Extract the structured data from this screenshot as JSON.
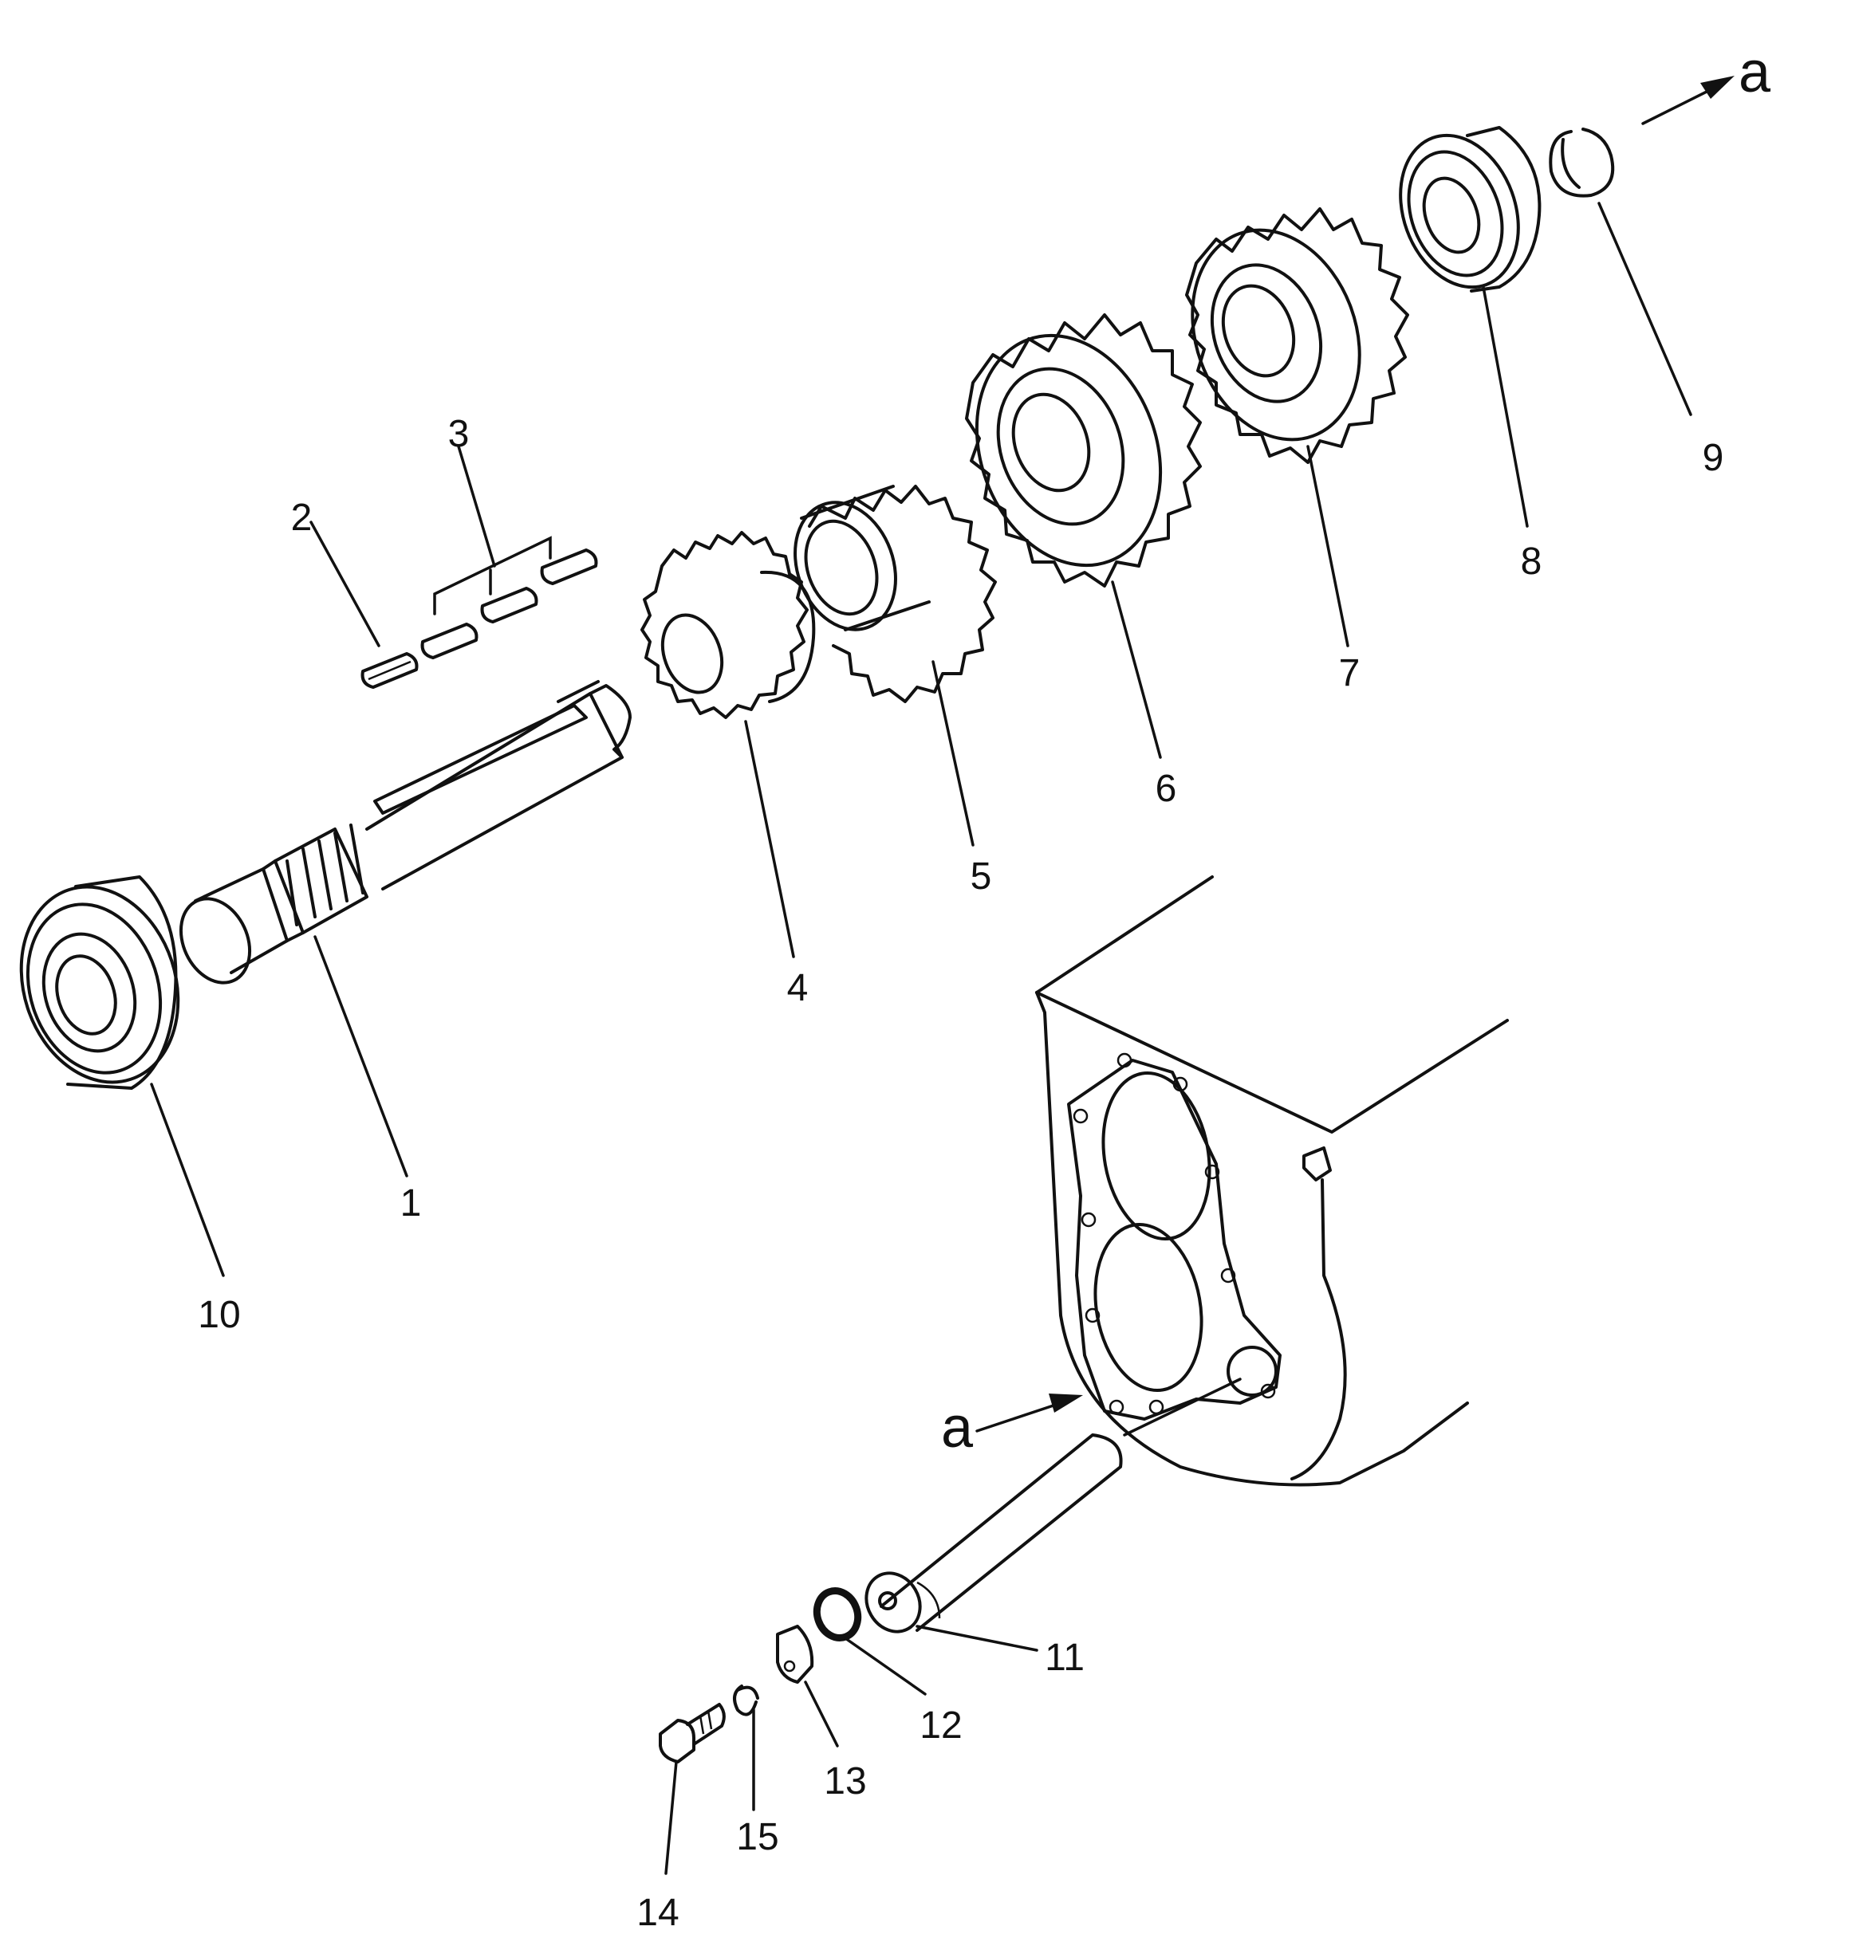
{
  "callouts": {
    "c1": "1",
    "c2": "2",
    "c3": "3",
    "c4": "4",
    "c5": "5",
    "c6": "6",
    "c7": "7",
    "c8": "8",
    "c9": "9",
    "c10": "10",
    "c11": "11",
    "c12": "12",
    "c13": "13",
    "c14": "14",
    "c15": "15"
  },
  "view_markers": {
    "top": "a",
    "bottom": "a"
  }
}
